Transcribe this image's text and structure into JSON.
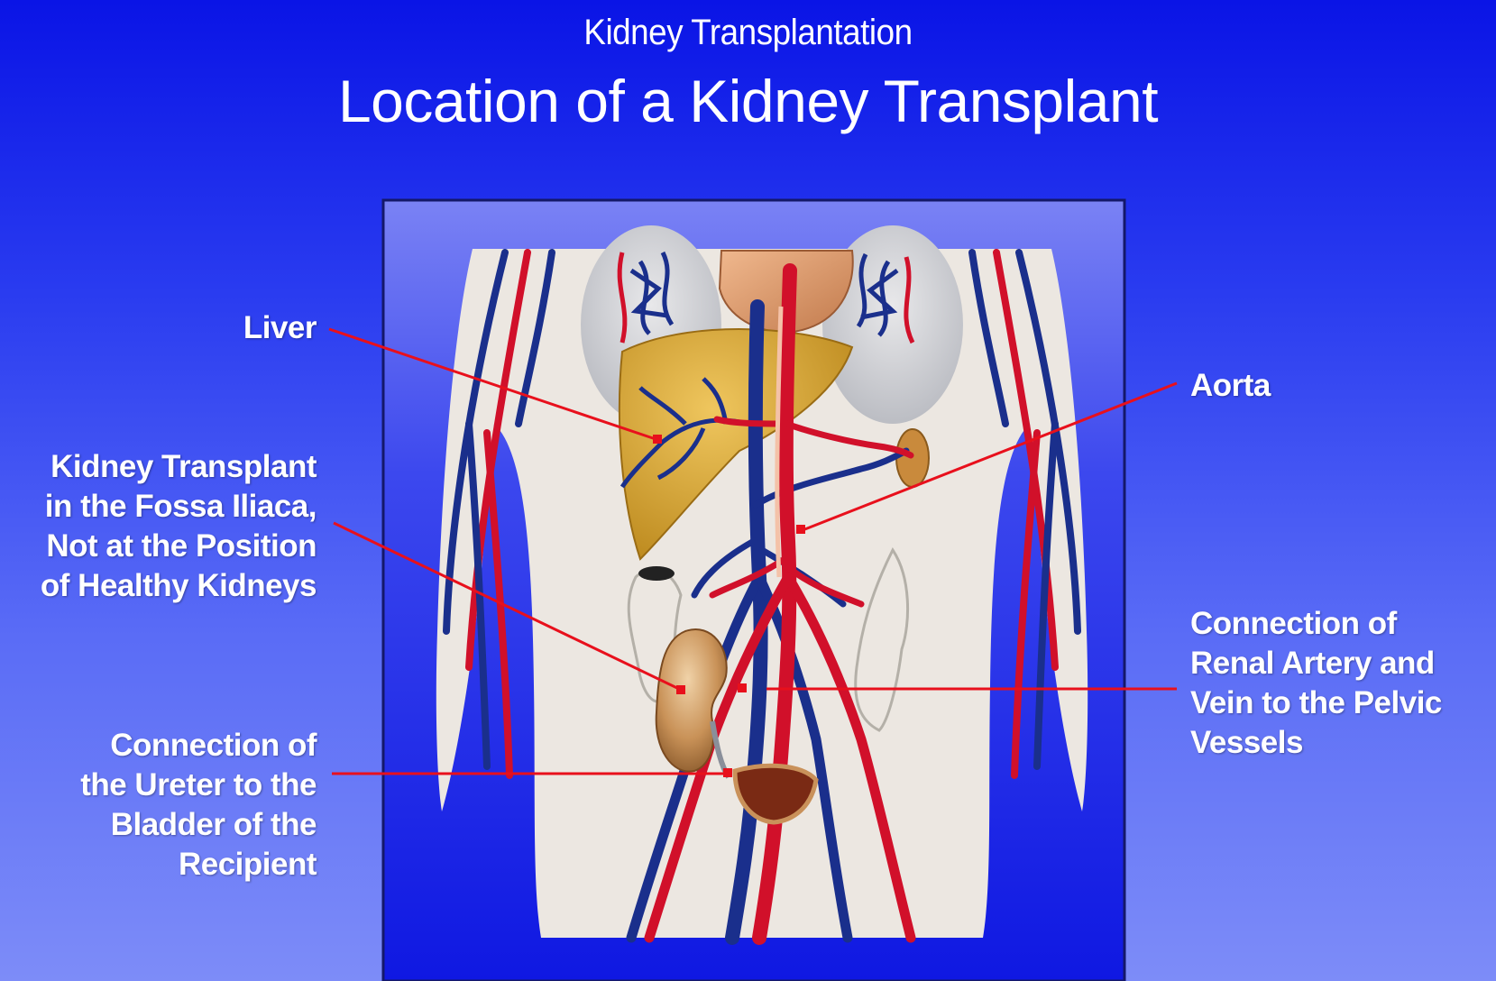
{
  "header": {
    "supertitle": "Kidney Transplantation",
    "title": "Location of a Kidney Transplant"
  },
  "labels": {
    "liver": "Liver",
    "aorta": "Aorta",
    "kidney_transplant": [
      "Kidney Transplant",
      "in the Fossa Iliaca,",
      "Not at the Position",
      "of Healthy Kidneys"
    ],
    "ureter_connection": [
      "Connection of",
      "the Ureter to the",
      "Bladder of the",
      "Recipient"
    ],
    "vessel_connection": [
      "Connection of",
      "Renal Artery and",
      "Vein to the Pelvic",
      "Vessels"
    ]
  },
  "colors": {
    "artery": "#d1102a",
    "vein": "#1a2f8c",
    "pointer": "#e8101c",
    "body": "#ece7e1",
    "liver": "#d9a737",
    "kidney": "#c9915a",
    "bladder": "#7a2a14",
    "panel": "#1b24e8"
  }
}
